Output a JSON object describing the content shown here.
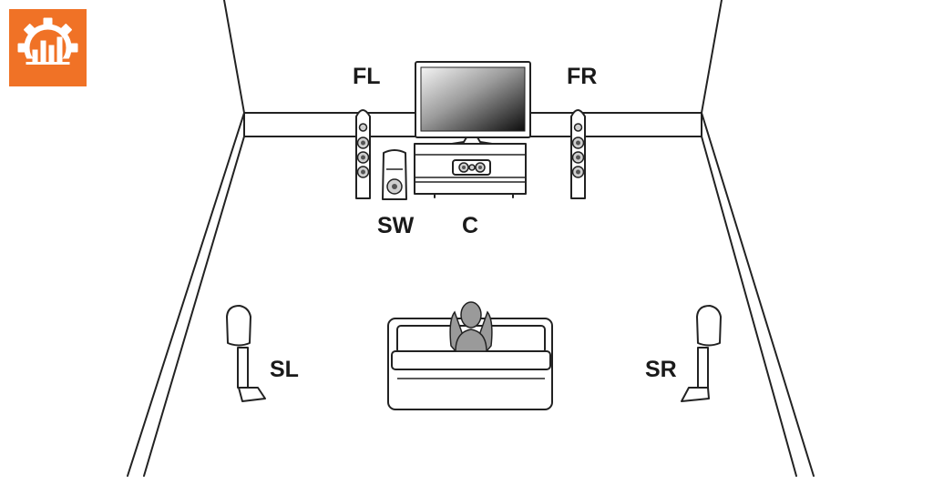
{
  "logo": {
    "background": "#F07226",
    "icon": "gear-with-bar-chart-icon"
  },
  "speakers": {
    "front_left": "FL",
    "front_right": "FR",
    "subwoofer": "SW",
    "center": "C",
    "surround_left": "SL",
    "surround_right": "SR"
  }
}
